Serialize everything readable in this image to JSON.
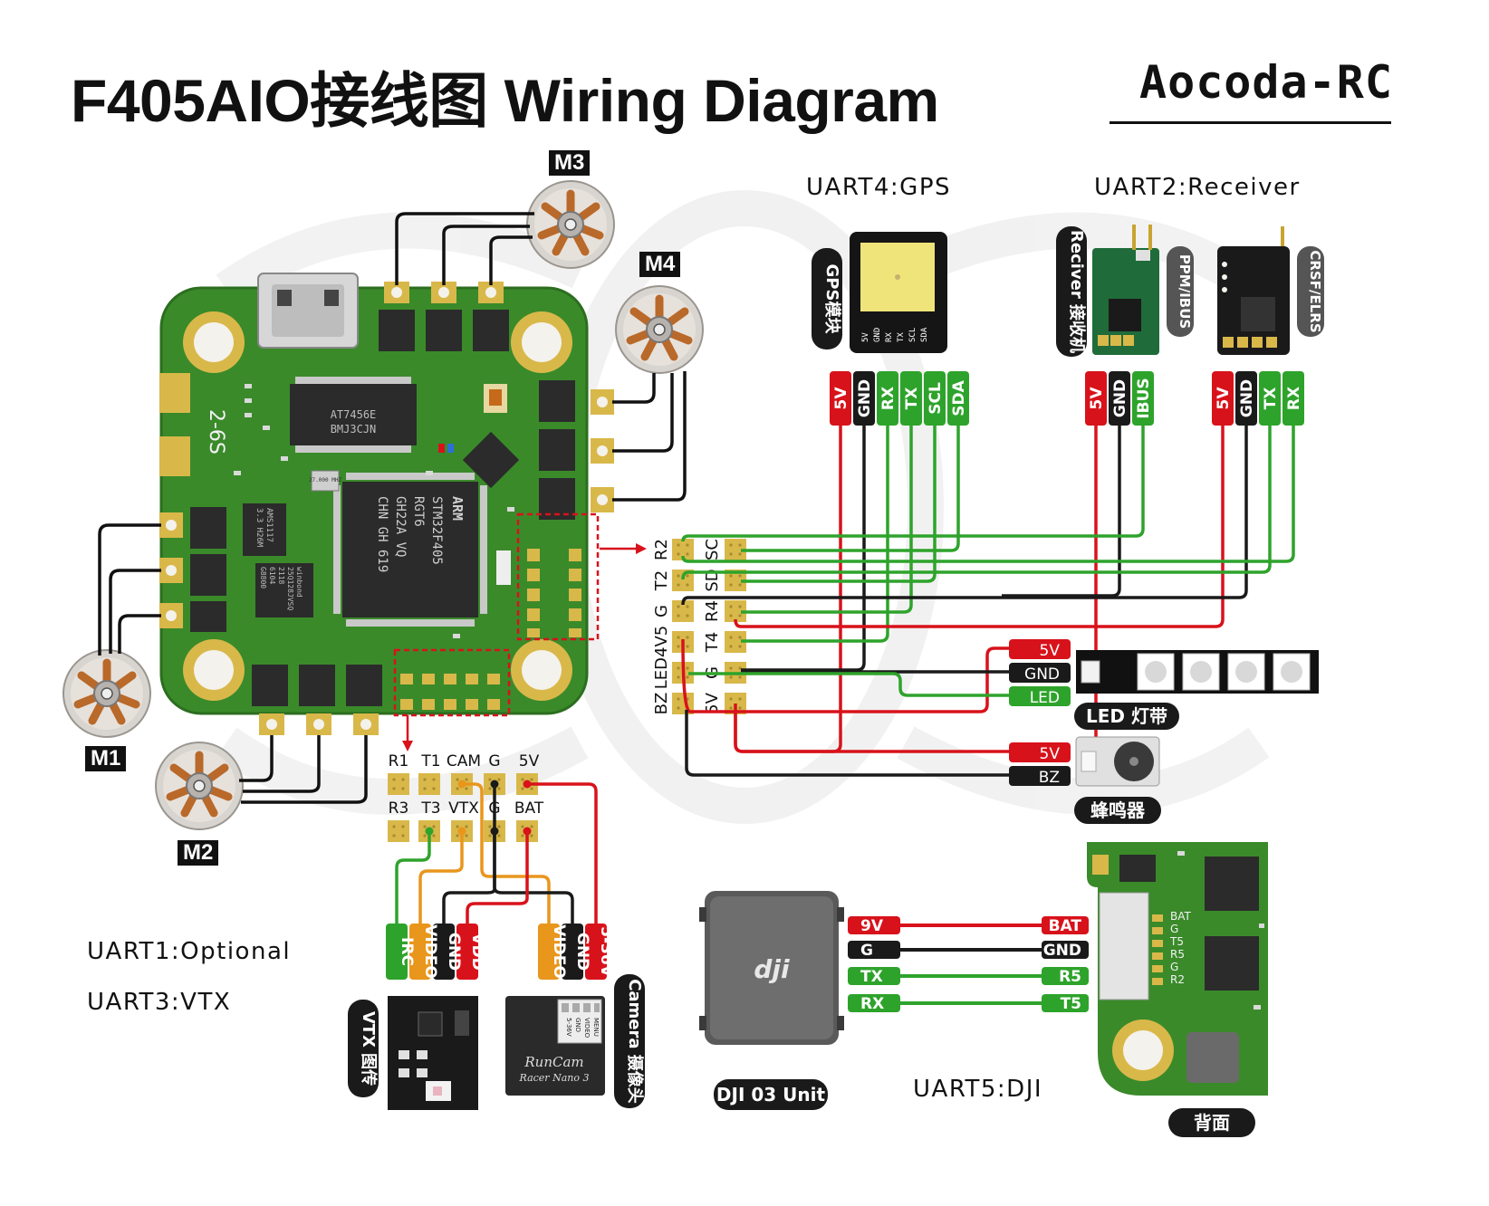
{
  "title": "F405AIO接线图 Wiring Diagram",
  "brand": "Aocoda-RC",
  "sections": {
    "uart4": "UART4:GPS",
    "uart2": "UART2:Receiver",
    "uart1": "UART1:Optional",
    "uart3": "UART3:VTX",
    "uart5": "UART5:DJI"
  },
  "motors": [
    "M1",
    "M2",
    "M3",
    "M4"
  ],
  "board": {
    "chip_main": [
      "STM32F405",
      "RGT6",
      "GH22A VQ",
      "CHN GH 619"
    ],
    "chip_arm": "ARM",
    "chip_ic": [
      "AT7456E",
      "BMJ3CJN"
    ],
    "ldo": [
      "AMS1117",
      "3.3 H26M"
    ],
    "flash": [
      "winbond",
      "25Q128JVSQ",
      "2118",
      "6104",
      "G8800"
    ],
    "silk_ss": "2-6S",
    "crystal": "27.000 MHZ",
    "pad_header_top": [
      "R1",
      "T1",
      "CAM",
      "G",
      "5V"
    ],
    "pad_header_bottom": [
      "R3",
      "T3",
      "VTX",
      "G",
      "BAT"
    ],
    "pad_side_col1": [
      "R2",
      "T2",
      "G",
      "LED4V5",
      "BZ"
    ],
    "pad_side_col2": [
      "SC",
      "SD",
      "R4",
      "T4",
      "G",
      "5V"
    ]
  },
  "side_pads_left": [
    "R2",
    "T2",
    "G",
    "LED4V5",
    "BZ"
  ],
  "side_pads_mid": [
    "SC",
    "SD",
    "R4",
    "T4",
    "G",
    "5V"
  ],
  "bottom_pads_row1": [
    "R1",
    "T1",
    "CAM",
    "G",
    "5V"
  ],
  "bottom_pads_row2": [
    "R3",
    "T3",
    "VTX",
    "G",
    "BAT"
  ],
  "gps": {
    "label": "GPS模块",
    "pins": [
      "5V",
      "GND",
      "RX",
      "TX",
      "SCL",
      "SDA"
    ],
    "module_pins": [
      "5V",
      "GND",
      "RX",
      "TX",
      "SCL",
      "SDA"
    ]
  },
  "receiver": {
    "label": "Reciver 接收机",
    "ppm_label": "PPM/IBUS",
    "crsf_label": "CRSF/ELRS",
    "ppm_pins": [
      "5V",
      "GND",
      "IBUS"
    ],
    "crsf_pins": [
      "5V",
      "GND",
      "TX",
      "RX"
    ]
  },
  "led": {
    "pins": [
      "5V",
      "GND",
      "LED"
    ],
    "label": "LED 灯带"
  },
  "buzzer": {
    "pins": [
      "5V",
      "BZ"
    ],
    "label": "蜂鸣器"
  },
  "vtx": {
    "pins": [
      "IRC",
      "VIDEO",
      "GND",
      "VDD"
    ],
    "label": "VTX 图传"
  },
  "camera": {
    "pins": [
      "VIDEO",
      "GND",
      "5-36V"
    ],
    "label": "Camera 摄像头",
    "brand": "RunCam",
    "model": "Racer Nano 3",
    "connector_pins": [
      "5-36V",
      "GND",
      "VIDEO",
      "MENU"
    ]
  },
  "dji": {
    "left_pins": [
      "9V",
      "G",
      "TX",
      "RX"
    ],
    "right_pins": [
      "BAT",
      "GND",
      "R5",
      "T5"
    ],
    "unit_label": "DJI 03 Unit",
    "logo": "dji"
  },
  "back": {
    "label": "背面",
    "pads": [
      "BAT",
      "G",
      "T5",
      "R5",
      "G",
      "R2"
    ]
  },
  "colors": {
    "red": "#d8121b",
    "black": "#1a1a1a",
    "green": "#2ea32b",
    "orange": "#e8961c",
    "pcb": "#3a8a2a",
    "pad": "#d9b84a"
  }
}
